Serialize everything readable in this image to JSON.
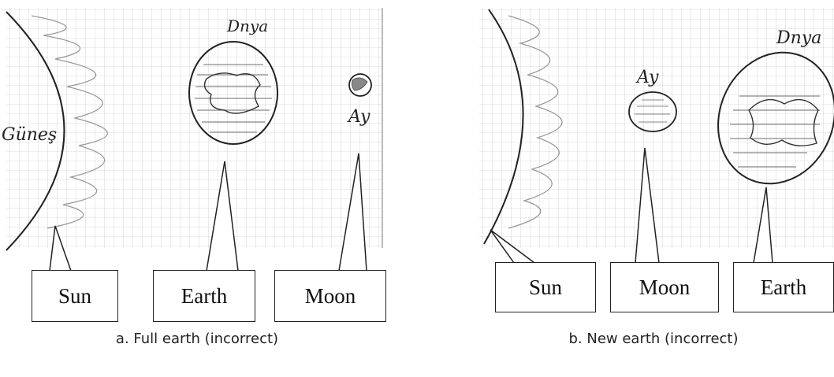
{
  "panels": [
    {
      "caption": "a. Full earth (incorrect)",
      "labels": {
        "sun": "Sun",
        "earth": "Earth",
        "moon": "Moon"
      },
      "handwriting": {
        "earth": "Dnya",
        "moon": "Ay",
        "sun": "Güneş"
      }
    },
    {
      "caption": "b. New earth (incorrect)",
      "labels": {
        "sun": "Sun",
        "moon": "Moon",
        "earth": "Earth"
      },
      "handwriting": {
        "moon": "Ay",
        "earth": "Dnya"
      }
    }
  ]
}
